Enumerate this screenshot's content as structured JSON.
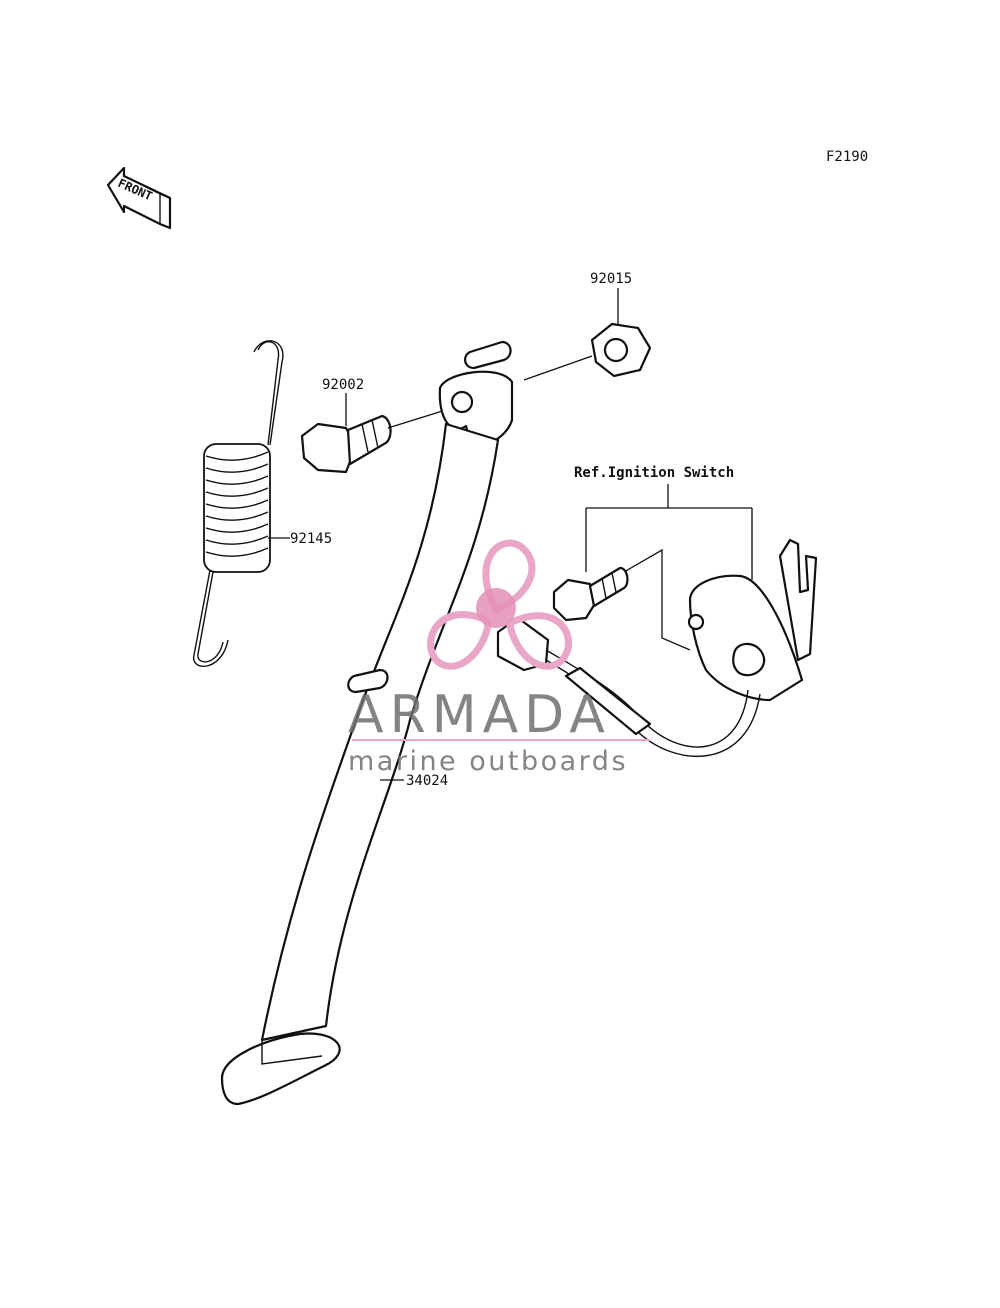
{
  "diagram": {
    "figure_code": "F2190",
    "front_arrow": "FRONT",
    "callouts": {
      "nut": "92015",
      "bolt": "92002",
      "spring": "92145",
      "side_stand": "34024",
      "ignition_ref": "Ref.Ignition Switch"
    }
  },
  "watermark": {
    "brand": "ARMADA",
    "tagline": "marine outboards",
    "logo": "propeller-logo",
    "colors": {
      "pink": "#e9a6c6",
      "pink_dark": "#e48fb5",
      "gray": "#6f6f6f"
    }
  }
}
